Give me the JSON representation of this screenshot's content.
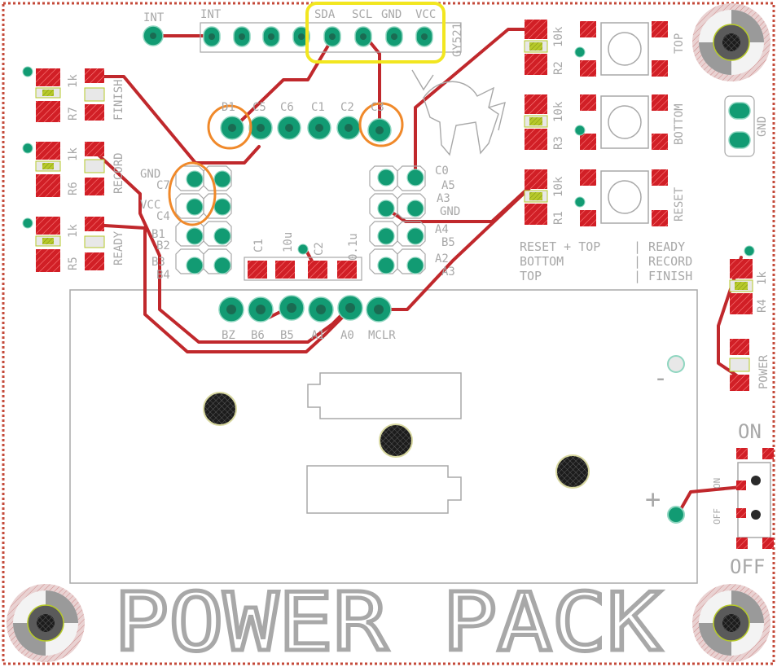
{
  "colors": {
    "trace": "#c0282c",
    "pad": "#d11f26",
    "via": "#129b73",
    "silk": "#a8a8a8",
    "highlight_yellow": "#f2e620",
    "highlight_orange": "#f0892a",
    "board_edge": "#c44a3a",
    "background": "#ffffff"
  },
  "board": {
    "title": "POWER PACK"
  },
  "labels": {
    "int1": "INT",
    "int2": "INT",
    "sda": "SDA",
    "scl": "SCL",
    "gnd_top": "GND",
    "vcc_top": "VCC",
    "gy521": "GY521",
    "d1": "D1",
    "c5": "C5",
    "c6": "C6",
    "c1": "C1",
    "c2": "C2",
    "c3": "C3",
    "gnd_left": "GND",
    "c7": "C7",
    "vcc_left": "VCC",
    "c4": "C4",
    "b1": "B1",
    "b2": "B2",
    "b3": "B3",
    "b4": "B4",
    "c0": "C0",
    "a5": "A5",
    "a3": "A3",
    "gnd_right": "GND",
    "a4": "A4",
    "b5r": "B5",
    "a2": "A2",
    "a3b": "A3",
    "cap_c1": "C1",
    "cap_10u": "10u",
    "cap_c2": "C2",
    "cap_01u": "0.1u",
    "bz": "BZ",
    "b6": "B6",
    "b5": "B5",
    "a1": "A1",
    "a0": "A0",
    "mclr": "MCLR",
    "finish": "FINISH",
    "record": "RECORD",
    "ready": "READY",
    "r7_val": "1k",
    "r7": "R7",
    "r6_val": "1k",
    "r6": "R6",
    "r5_val": "1k",
    "r5": "R5",
    "r2_val": "10k",
    "r2": "R2",
    "r3_val": "10k",
    "r3": "R3",
    "r1_val": "10k",
    "r1": "R1",
    "top_btn": "TOP",
    "bottom_btn": "BOTTOM",
    "reset_btn": "RESET",
    "gnd_side": "GND",
    "r4_val": "1k",
    "r4": "R4",
    "power": "POWER",
    "on": "ON",
    "off": "OFF",
    "sw_on": "ON",
    "sw_off": "OFF",
    "minus": "-",
    "plus": "+"
  },
  "legend": [
    {
      "combo": "RESET + TOP",
      "state": "| READY"
    },
    {
      "combo": "BOTTOM",
      "state": "| RECORD"
    },
    {
      "combo": "TOP",
      "state": "| FINISH"
    }
  ]
}
